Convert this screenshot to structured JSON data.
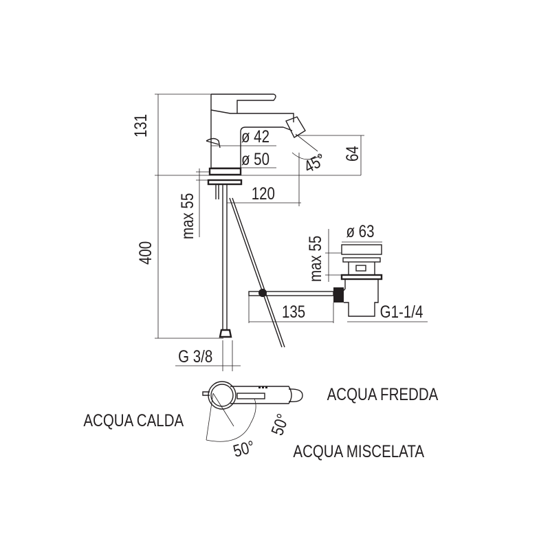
{
  "dimensions": {
    "height_total": "131",
    "spout_height": "64",
    "diameter_spout": "ø 42",
    "diameter_base": "ø 50",
    "spout_angle": "45°",
    "spout_reach": "120",
    "max_deck_faucet": "max 55",
    "hose_length": "400",
    "connection_faucet": "G 3/8",
    "diameter_drain": "ø 63",
    "max_deck_drain": "max 55",
    "rod_length": "135",
    "connection_drain": "G1-1/4",
    "angle_left": "50°",
    "angle_right": "50°"
  },
  "labels": {
    "cold_water": "ACQUA FREDDA",
    "hot_water": "ACQUA CALDA",
    "mixed_water": "ACQUA MISCELATA"
  },
  "colors": {
    "ink": "#231f20",
    "background": "#ffffff"
  }
}
